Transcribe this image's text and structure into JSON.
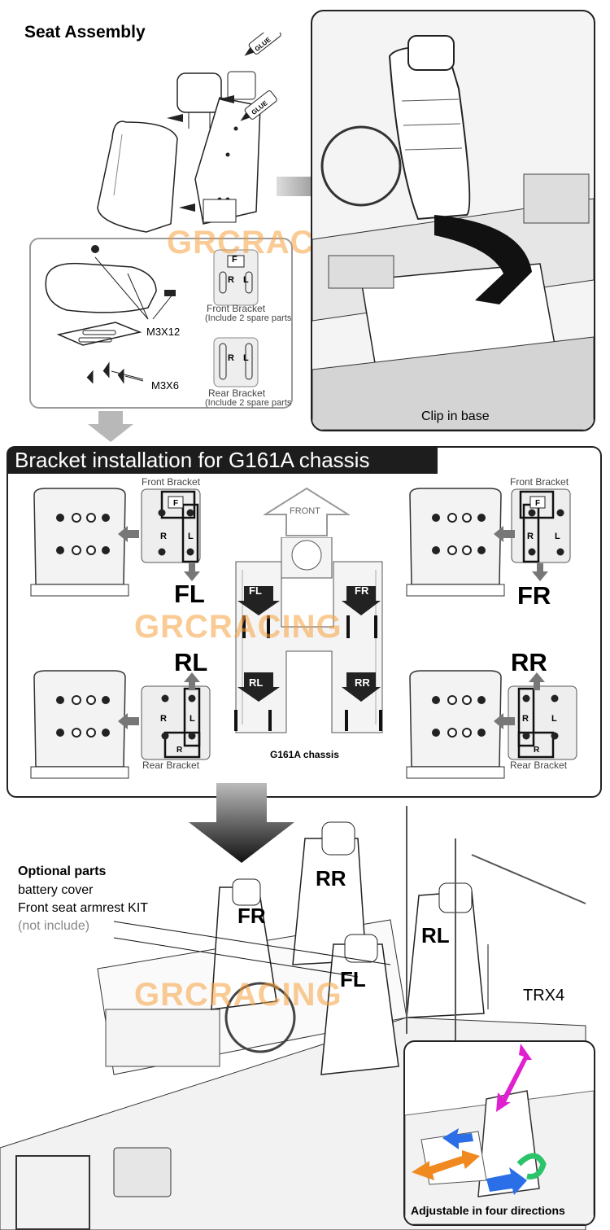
{
  "header": {
    "title": "Seat Assembly"
  },
  "glue_labels": [
    "GLUE",
    "GLUE"
  ],
  "parts": {
    "screw_a": "M3X12",
    "screw_b": "M3X6",
    "front_bracket_line1": "Front Bracket",
    "front_bracket_line2": "(Include 2 spare parts",
    "rear_bracket_line1": "Rear Bracket",
    "rear_bracket_line2": "(Include 2 spare parts",
    "bracket_letters": [
      "F",
      "R",
      "L",
      "R",
      "L"
    ]
  },
  "clip_caption": "Clip in base",
  "watermark": "GRCRACING",
  "bracket_section": {
    "title": "Bracket installation for G161A chassis",
    "front_bracket_left": "Front Bracket",
    "front_bracket_right": "Front Bracket",
    "rear_bracket_left": "Rear Bracket",
    "rear_bracket_right": "Rear Bracket",
    "front_arrow_label": "FRONT",
    "chassis_label": "G161A chassis",
    "positions": {
      "fl": "FL",
      "fr": "FR",
      "rl": "RL",
      "rr": "RR"
    }
  },
  "final": {
    "optional_title": "Optional parts",
    "optional_items": [
      "battery cover",
      "Front seat armrest KIT"
    ],
    "not_included": "(not include)",
    "seat_labels": {
      "fr": "FR",
      "rr": "RR",
      "fl": "FL",
      "rl": "RL"
    },
    "vehicle": "TRX4",
    "inset_caption": "Adjustable in four directions"
  },
  "colors": {
    "accent_orange": "#f6a03c",
    "magenta": "#e020d0",
    "blue": "#2a6ee8",
    "green": "#2bc46a",
    "orange": "#f08a20"
  }
}
